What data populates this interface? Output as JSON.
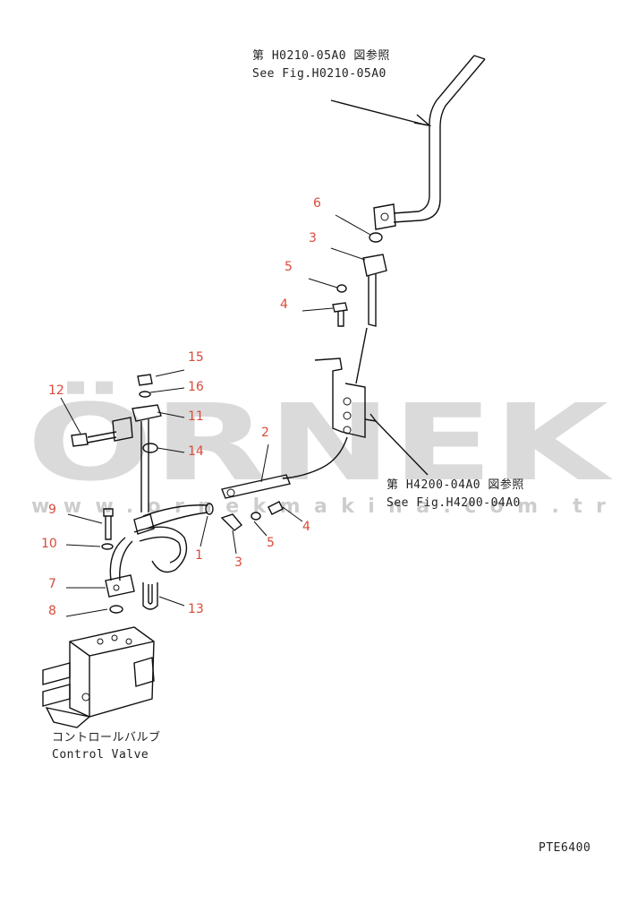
{
  "references": {
    "top_jp": "第 H0210-05A0 図参照",
    "top_en": "See Fig.H0210-05A0",
    "mid_jp": "第 H4200-04A0 図参照",
    "mid_en": "See Fig.H4200-04A0",
    "control_jp": "コントロールバルブ",
    "control_en": "Control Valve"
  },
  "callouts": [
    "6",
    "3",
    "5",
    "4",
    "15",
    "16",
    "12",
    "11",
    "14",
    "2",
    "9",
    "10",
    "1",
    "4",
    "5",
    "3",
    "7",
    "13",
    "8"
  ],
  "watermark": {
    "brand": "ÖRNEK",
    "url": "www.ornekmakina.com.tr"
  },
  "drawing_code": "PTE6400"
}
